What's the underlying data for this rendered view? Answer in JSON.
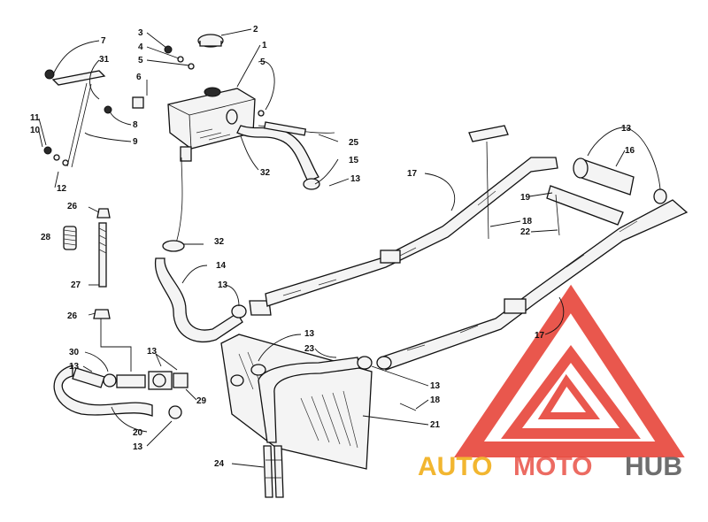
{
  "callouts": [
    "1",
    "2",
    "3",
    "4",
    "5",
    "5",
    "6",
    "7",
    "31",
    "8",
    "9",
    "10",
    "11",
    "12",
    "13",
    "13",
    "13",
    "13",
    "13",
    "13",
    "13",
    "13",
    "13",
    "14",
    "15",
    "16",
    "17",
    "17",
    "18",
    "18",
    "19",
    "20",
    "21",
    "22",
    "23",
    "24",
    "25",
    "26",
    "26",
    "27",
    "28",
    "29",
    "30",
    "32",
    "32"
  ],
  "watermark": {
    "auto": "AUTO",
    "moto": "MOTO",
    "hub": "HUB"
  },
  "colors": {
    "watermark_red": "#e63a2e",
    "watermark_yellow": "#f2b630",
    "watermark_gray": "#6e6e6e",
    "line": "#111111"
  }
}
